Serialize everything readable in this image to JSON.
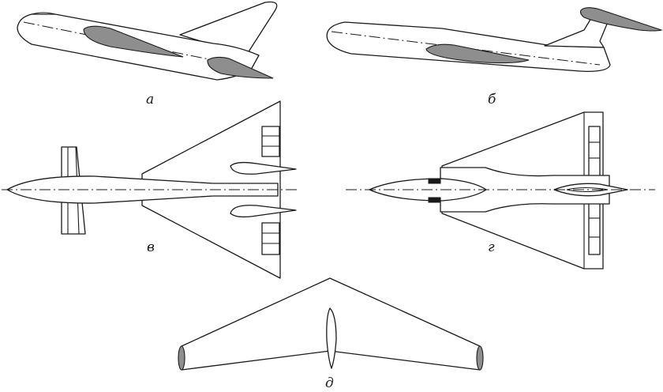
{
  "figure": {
    "background": "#ffffff",
    "stroke_color": "#1a1a1a",
    "section_fill": "#8e8e8e",
    "panels": [
      {
        "id": "a",
        "label": "а",
        "view": "side"
      },
      {
        "id": "b",
        "label": "б",
        "view": "side"
      },
      {
        "id": "v",
        "label": "в",
        "view": "plan"
      },
      {
        "id": "g",
        "label": "г",
        "view": "plan"
      },
      {
        "id": "d",
        "label": "д",
        "view": "front"
      }
    ]
  }
}
